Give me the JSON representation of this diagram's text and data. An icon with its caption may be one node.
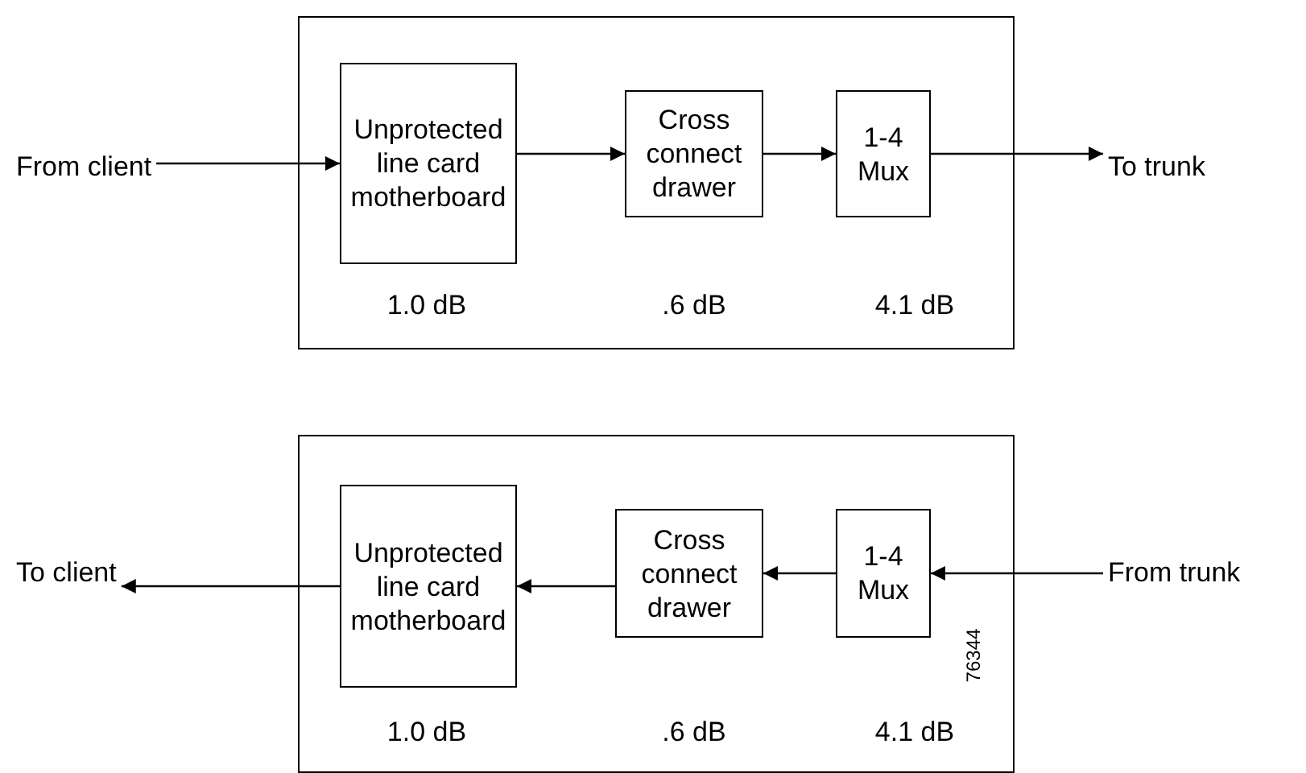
{
  "diagram": {
    "nodes": [
      {
        "text": [],
        "shape": "box"
      },
      {
        "text": [
          "Unprotected line card motherboard"
        ],
        "in": 0,
        "beside": [
          "1.0 dB"
        ]
      },
      {
        "text": [
          "Cross connect drawer"
        ],
        "in": 0,
        "beside": [
          ".6 dB"
        ]
      },
      {
        "text": [
          "1-4 Mux"
        ],
        "in": 0,
        "beside": [
          "4.1 dB"
        ]
      },
      {
        "text": [
          "From client"
        ]
      },
      {
        "text": [
          "To trunk"
        ]
      },
      {
        "text": [],
        "shape": "box"
      },
      {
        "text": [
          "Unprotected line card motherboard"
        ],
        "in": 6,
        "beside": [
          "1.0 dB"
        ]
      },
      {
        "text": [
          "Cross connect drawer"
        ],
        "in": 6,
        "beside": [
          ".6 dB"
        ]
      },
      {
        "text": [
          "1-4 Mux"
        ],
        "in": 6,
        "beside": [
          "4.1 dB"
        ]
      },
      {
        "text": [
          "To client"
        ]
      },
      {
        "text": [
          "From trunk"
        ]
      }
    ],
    "edges": [
      {
        "from": 4,
        "to": 1,
        "arrow": "to"
      },
      {
        "from": 1,
        "to": 2,
        "arrow": "to"
      },
      {
        "from": 2,
        "to": 3,
        "arrow": "to"
      },
      {
        "from": 3,
        "to": 5,
        "arrow": "to"
      },
      {
        "from": 11,
        "to": 9,
        "arrow": "to"
      },
      {
        "from": 9,
        "to": 8,
        "arrow": "to"
      },
      {
        "from": 8,
        "to": 7,
        "arrow": "to"
      },
      {
        "from": 7,
        "to": 10,
        "arrow": "to"
      }
    ],
    "labels": [
      "76344"
    ]
  }
}
